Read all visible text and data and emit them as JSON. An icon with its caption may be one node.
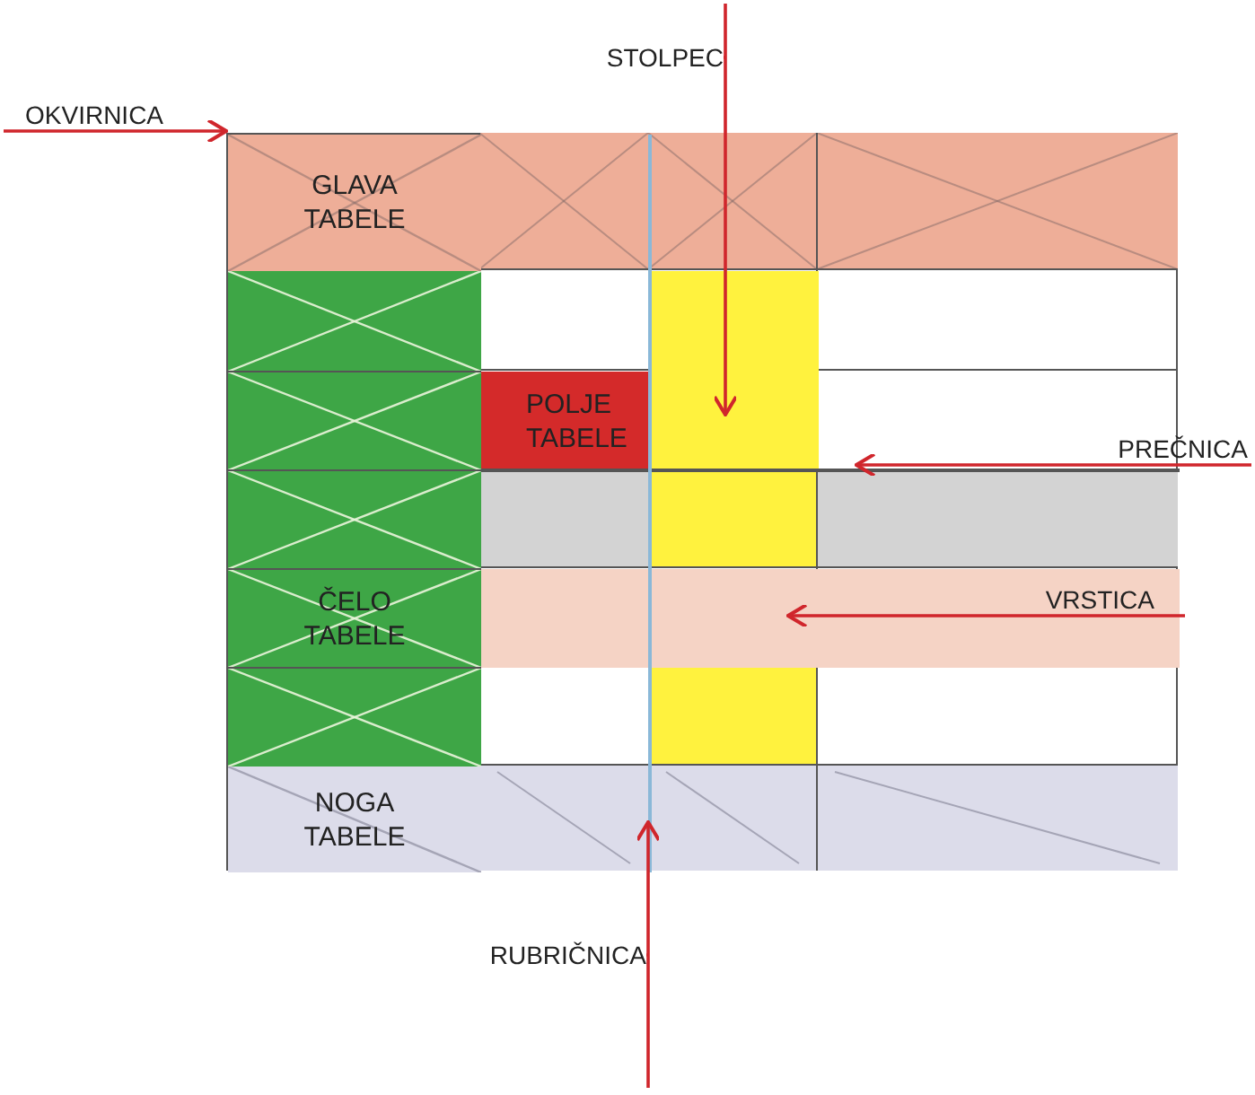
{
  "diagram": {
    "nodes": [
      {
        "text": [
          "OKVIRNICA"
        ]
      },
      {
        "text": [
          "STOLPEC"
        ]
      },
      {
        "text": [],
        "shape": "box"
      },
      {
        "text": [
          "GLAVA TABELE"
        ],
        "in": 2
      },
      {
        "text": [
          "POLJE TABELE"
        ],
        "in": 2
      },
      {
        "text": [],
        "shape": "bar",
        "in": 2
      },
      {
        "text": [
          "PREČNICA"
        ]
      },
      {
        "text": [],
        "shape": "line",
        "in": 2
      },
      {
        "text": [
          "ČELO TABELE"
        ],
        "in": 2
      },
      {
        "text": [],
        "shape": "bar",
        "in": 2
      },
      {
        "text": [
          "VRSTICA"
        ],
        "in": 9
      },
      {
        "text": [
          "NOGA TABELE"
        ],
        "in": 2
      },
      {
        "text": [],
        "shape": "line",
        "in": 2
      },
      {
        "text": [
          "RUBRIČNICA"
        ]
      }
    ],
    "edges": [
      {
        "from": 0,
        "to": 2,
        "arrow": "to"
      },
      {
        "from": 1,
        "to": 5,
        "arrow": "to"
      },
      {
        "from": 6,
        "to": 7,
        "arrow": "to"
      },
      {
        "from": 10,
        "to": 9,
        "arrow": "to"
      },
      {
        "from": 13,
        "to": 12,
        "arrow": "to"
      }
    ]
  }
}
